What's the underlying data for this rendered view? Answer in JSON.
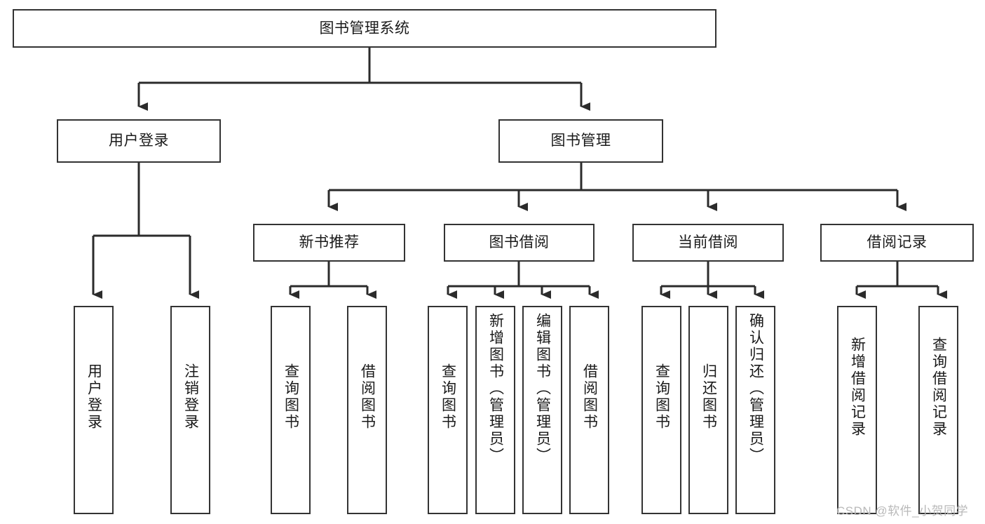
{
  "diagram": {
    "title": "图书管理系统",
    "watermark": "CSDN @软件_小贺同学",
    "colors": {
      "box_border": "#333333",
      "connector": "#2b2b2b",
      "background": "#ffffff",
      "watermark": "#b9b9b9"
    },
    "nodes": {
      "root": {
        "label": "图书管理系统"
      },
      "level2": [
        {
          "label": "用户登录"
        },
        {
          "label": "图书管理"
        }
      ],
      "level3": [
        {
          "label": "新书推荐"
        },
        {
          "label": "图书借阅"
        },
        {
          "label": "当前借阅"
        },
        {
          "label": "借阅记录"
        }
      ],
      "leaves": [
        {
          "label": "用户登录"
        },
        {
          "label": "注销登录"
        },
        {
          "label": "查询图书"
        },
        {
          "label": "借阅图书"
        },
        {
          "label": "查询图书"
        },
        {
          "label": "新增图书（管理员）"
        },
        {
          "label": "编辑图书（管理员）"
        },
        {
          "label": "借阅图书"
        },
        {
          "label": "查询图书"
        },
        {
          "label": "归还图书"
        },
        {
          "label": "确认归还（管理员）"
        },
        {
          "label": "新增借阅记录"
        },
        {
          "label": "查询借阅记录"
        }
      ]
    },
    "tree": {
      "图书管理系统": [
        "用户登录",
        "图书管理"
      ],
      "用户登录": [
        "用户登录",
        "注销登录"
      ],
      "图书管理": [
        "新书推荐",
        "图书借阅",
        "当前借阅",
        "借阅记录"
      ],
      "新书推荐": [
        "查询图书",
        "借阅图书"
      ],
      "图书借阅": [
        "查询图书",
        "新增图书（管理员）",
        "编辑图书（管理员）",
        "借阅图书"
      ],
      "当前借阅": [
        "查询图书",
        "归还图书",
        "确认归还（管理员）"
      ],
      "借阅记录": [
        "新增借阅记录",
        "查询借阅记录"
      ]
    }
  }
}
